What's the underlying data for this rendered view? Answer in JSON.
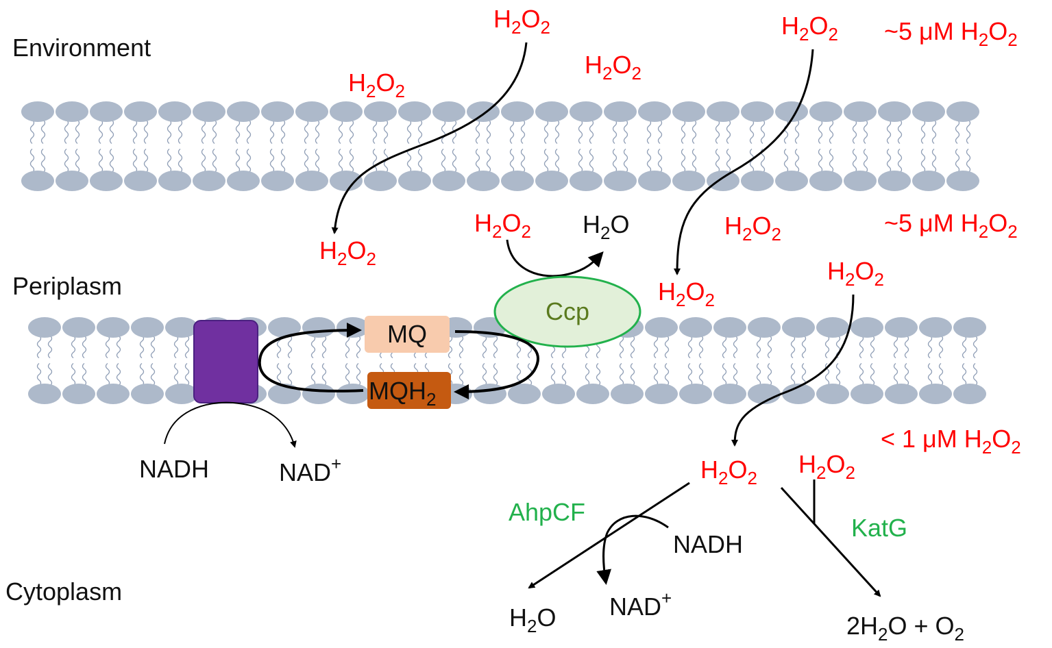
{
  "colors": {
    "h2o2": "#ff0000",
    "enzyme": "#22b14c",
    "ccp_text": "#5a7a1e",
    "ccp_fill": "#e2f0d9",
    "ccp_stroke": "#22b14c",
    "lipid_head": "#adb9ca",
    "lipid_tail": "#8e9db5",
    "complex_fill": "#7030a0",
    "mq_fill": "#f8cbad",
    "mqh2_fill": "#c55a11"
  },
  "compartments": {
    "environment": "Environment",
    "periplasm": "Periplasm",
    "cytoplasm": "Cytoplasm"
  },
  "concentrations": {
    "environment": {
      "prefix": "~5 μM H",
      "sub": "2",
      "mid": "O",
      "sub2": "2"
    },
    "periplasm": {
      "prefix": "~5 μM H",
      "sub": "2",
      "mid": "O",
      "sub2": "2"
    },
    "cytoplasm": {
      "prefix": "< 1 μM H",
      "sub": "2",
      "mid": "O",
      "sub2": "2"
    }
  },
  "molecules": {
    "h2o2": {
      "a": "H",
      "s1": "2",
      "b": "O",
      "s2": "2"
    },
    "h2o": {
      "a": "H",
      "s1": "2",
      "b": "O"
    },
    "nadh": "NADH",
    "nad_plus": {
      "base": "NAD",
      "sup": "+"
    },
    "water_oxygen": {
      "a": "2H",
      "s1": "2",
      "b": "O + O",
      "s2": "2"
    }
  },
  "enzymes": {
    "ccp": "Ccp",
    "ahpcf": "AhpCF",
    "katg": "KatG",
    "mq": "MQ",
    "mqh2": {
      "base": "MQH",
      "sub": "2"
    }
  }
}
